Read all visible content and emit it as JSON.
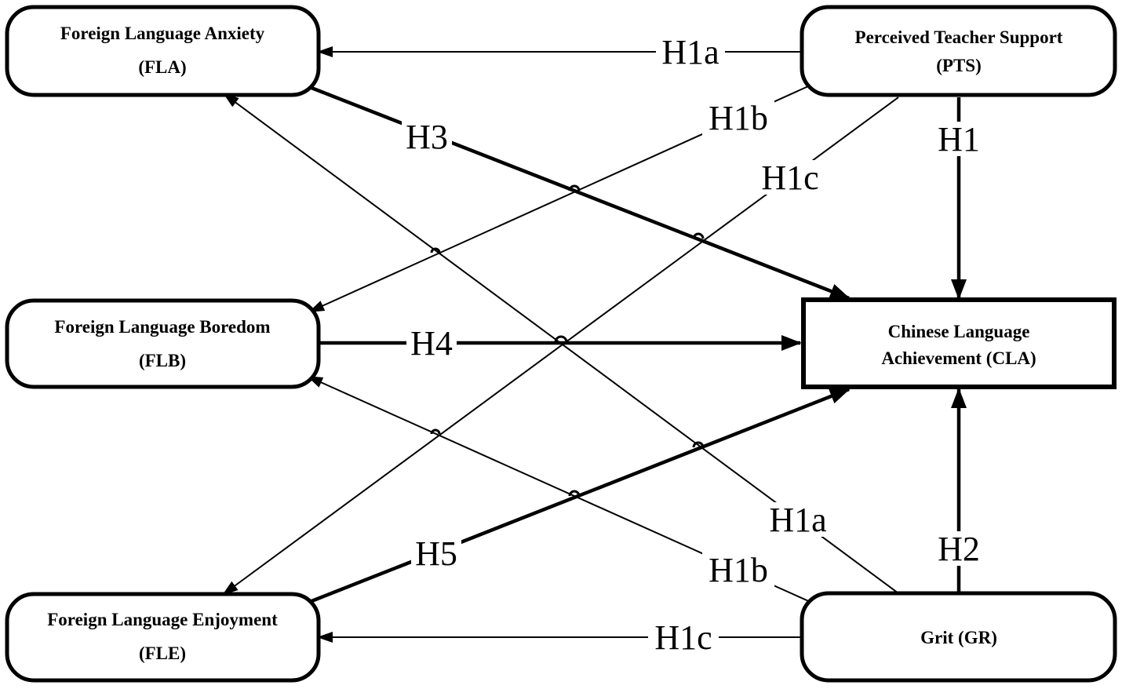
{
  "nodes": {
    "fla": {
      "line1": "Foreign Language Anxiety",
      "line2": "(FLA)"
    },
    "pts": {
      "line1": "Perceived Teacher Support",
      "line2": "(PTS)"
    },
    "flb": {
      "line1": "Foreign Language Boredom",
      "line2": "(FLB)"
    },
    "cla": {
      "line1": "Chinese Language",
      "line2": "Achievement (CLA)"
    },
    "fle": {
      "line1": "Foreign Language Enjoyment",
      "line2": "(FLE)"
    },
    "gr": {
      "line1": "Grit (GR)"
    }
  },
  "edges": {
    "pts_fla": "H1a",
    "pts_flb": "H1b",
    "pts_fle": "H1c",
    "pts_cla": "H1",
    "gr_fla": "H1a",
    "gr_flb": "H1b",
    "gr_fle": "H1c",
    "gr_cla": "H2",
    "fla_cla": "H3",
    "flb_cla": "H4",
    "fle_cla": "H5"
  }
}
